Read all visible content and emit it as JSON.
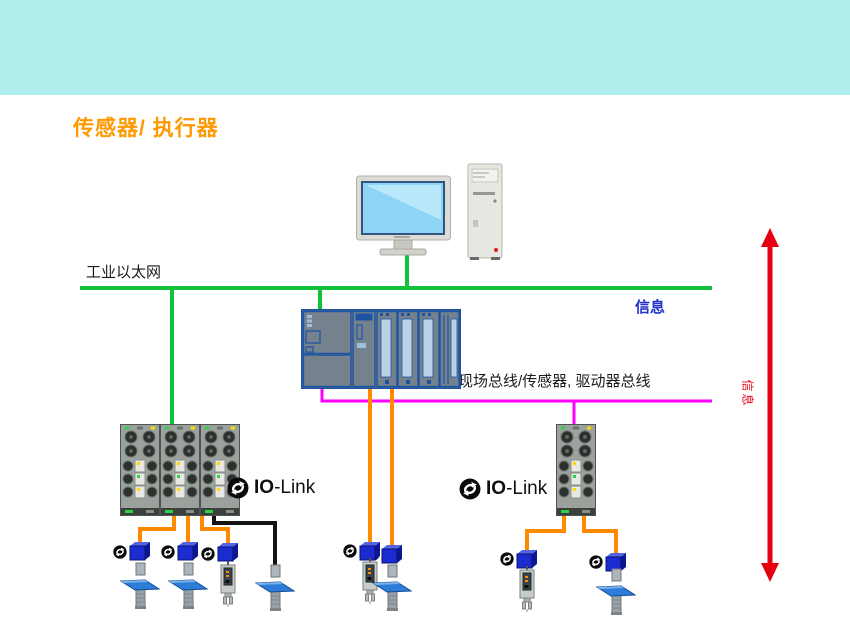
{
  "title": "传感器/ 执行器",
  "network": {
    "ethernet_label": "工业以太网",
    "info_label": "信息",
    "fieldbus_label": "现场总线/传感器, 驱动器总线"
  },
  "flow_arrow": {
    "label": "信息"
  },
  "branding": {
    "io_bold": "IO",
    "link_rest": "-Link"
  },
  "icons": {
    "io_link_logo": "black circle with two white circular arrows",
    "flow_arrow": "red double-headed vertical arrow"
  },
  "colors": {
    "banner": "#aff0ee",
    "title": "#ff9900",
    "ethernet": "#12c13c",
    "fieldbus": "#ff00ff",
    "io_link_cable": "#ff8a00",
    "conventional_cable": "#141414",
    "info_text": "#2233cc",
    "arrow": "#e60012"
  }
}
